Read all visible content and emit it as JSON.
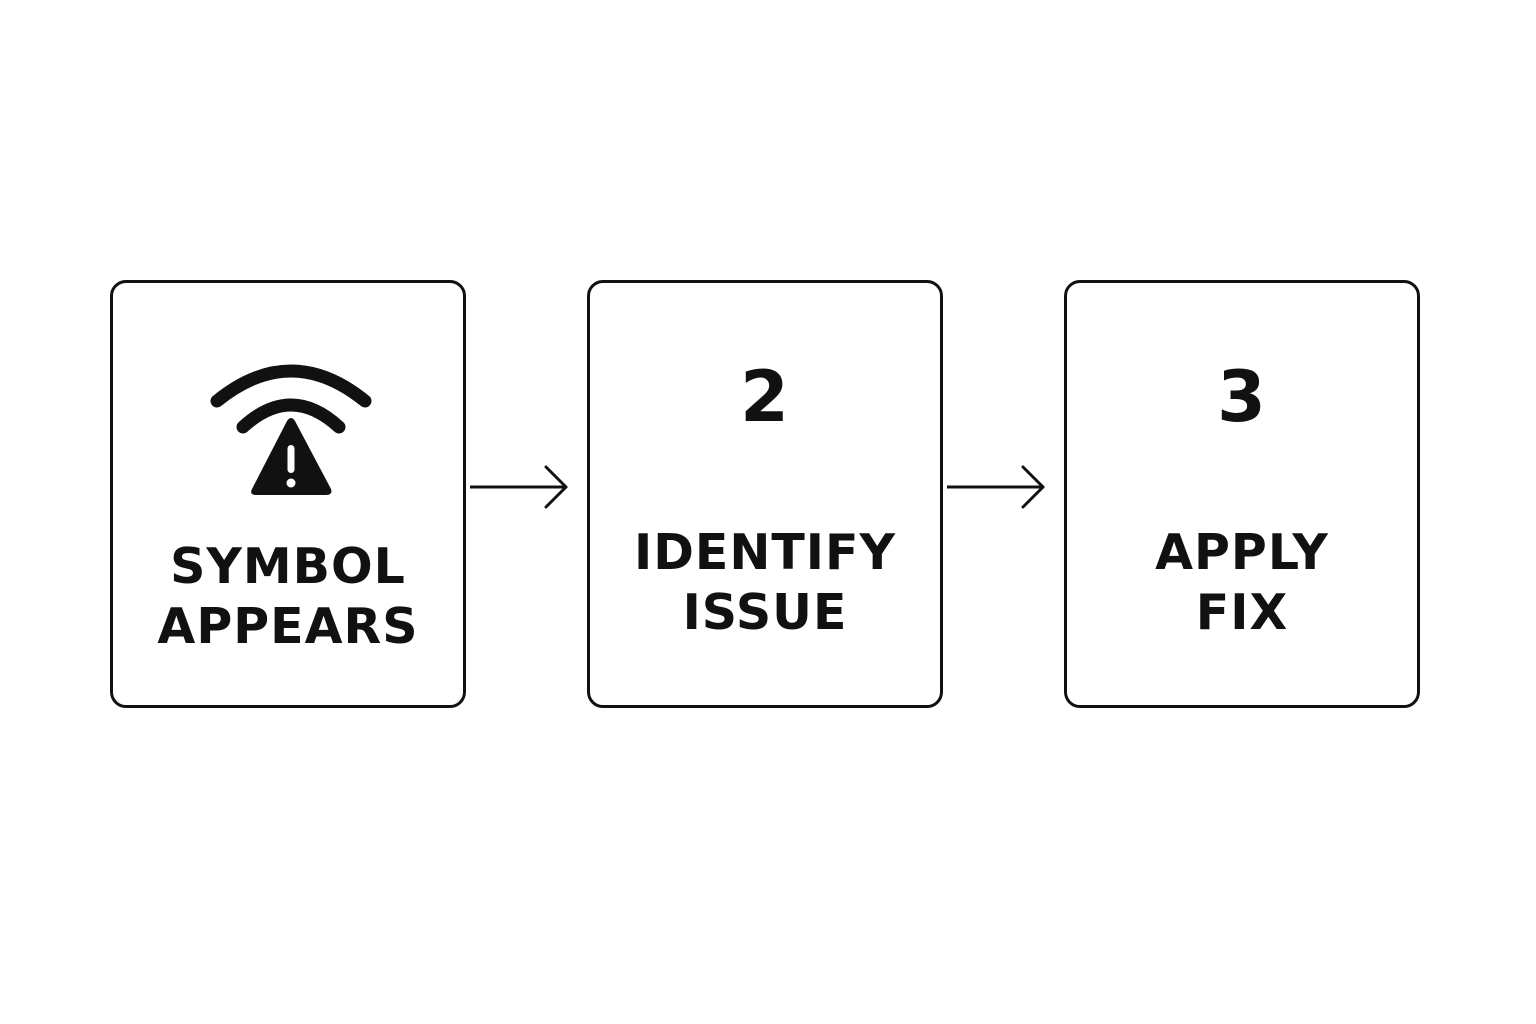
{
  "steps": [
    {
      "number": "",
      "label": "SYMBOL\nAPPEARS",
      "icon": "wifi-warning-icon"
    },
    {
      "number": "2",
      "label": "IDENTIFY\nISSUE"
    },
    {
      "number": "3",
      "label": "APPLY\nFIX"
    }
  ],
  "connectors": [
    "right-arrow",
    "right-arrow"
  ],
  "colors": {
    "stroke": "#111111",
    "background": "#ffffff"
  }
}
